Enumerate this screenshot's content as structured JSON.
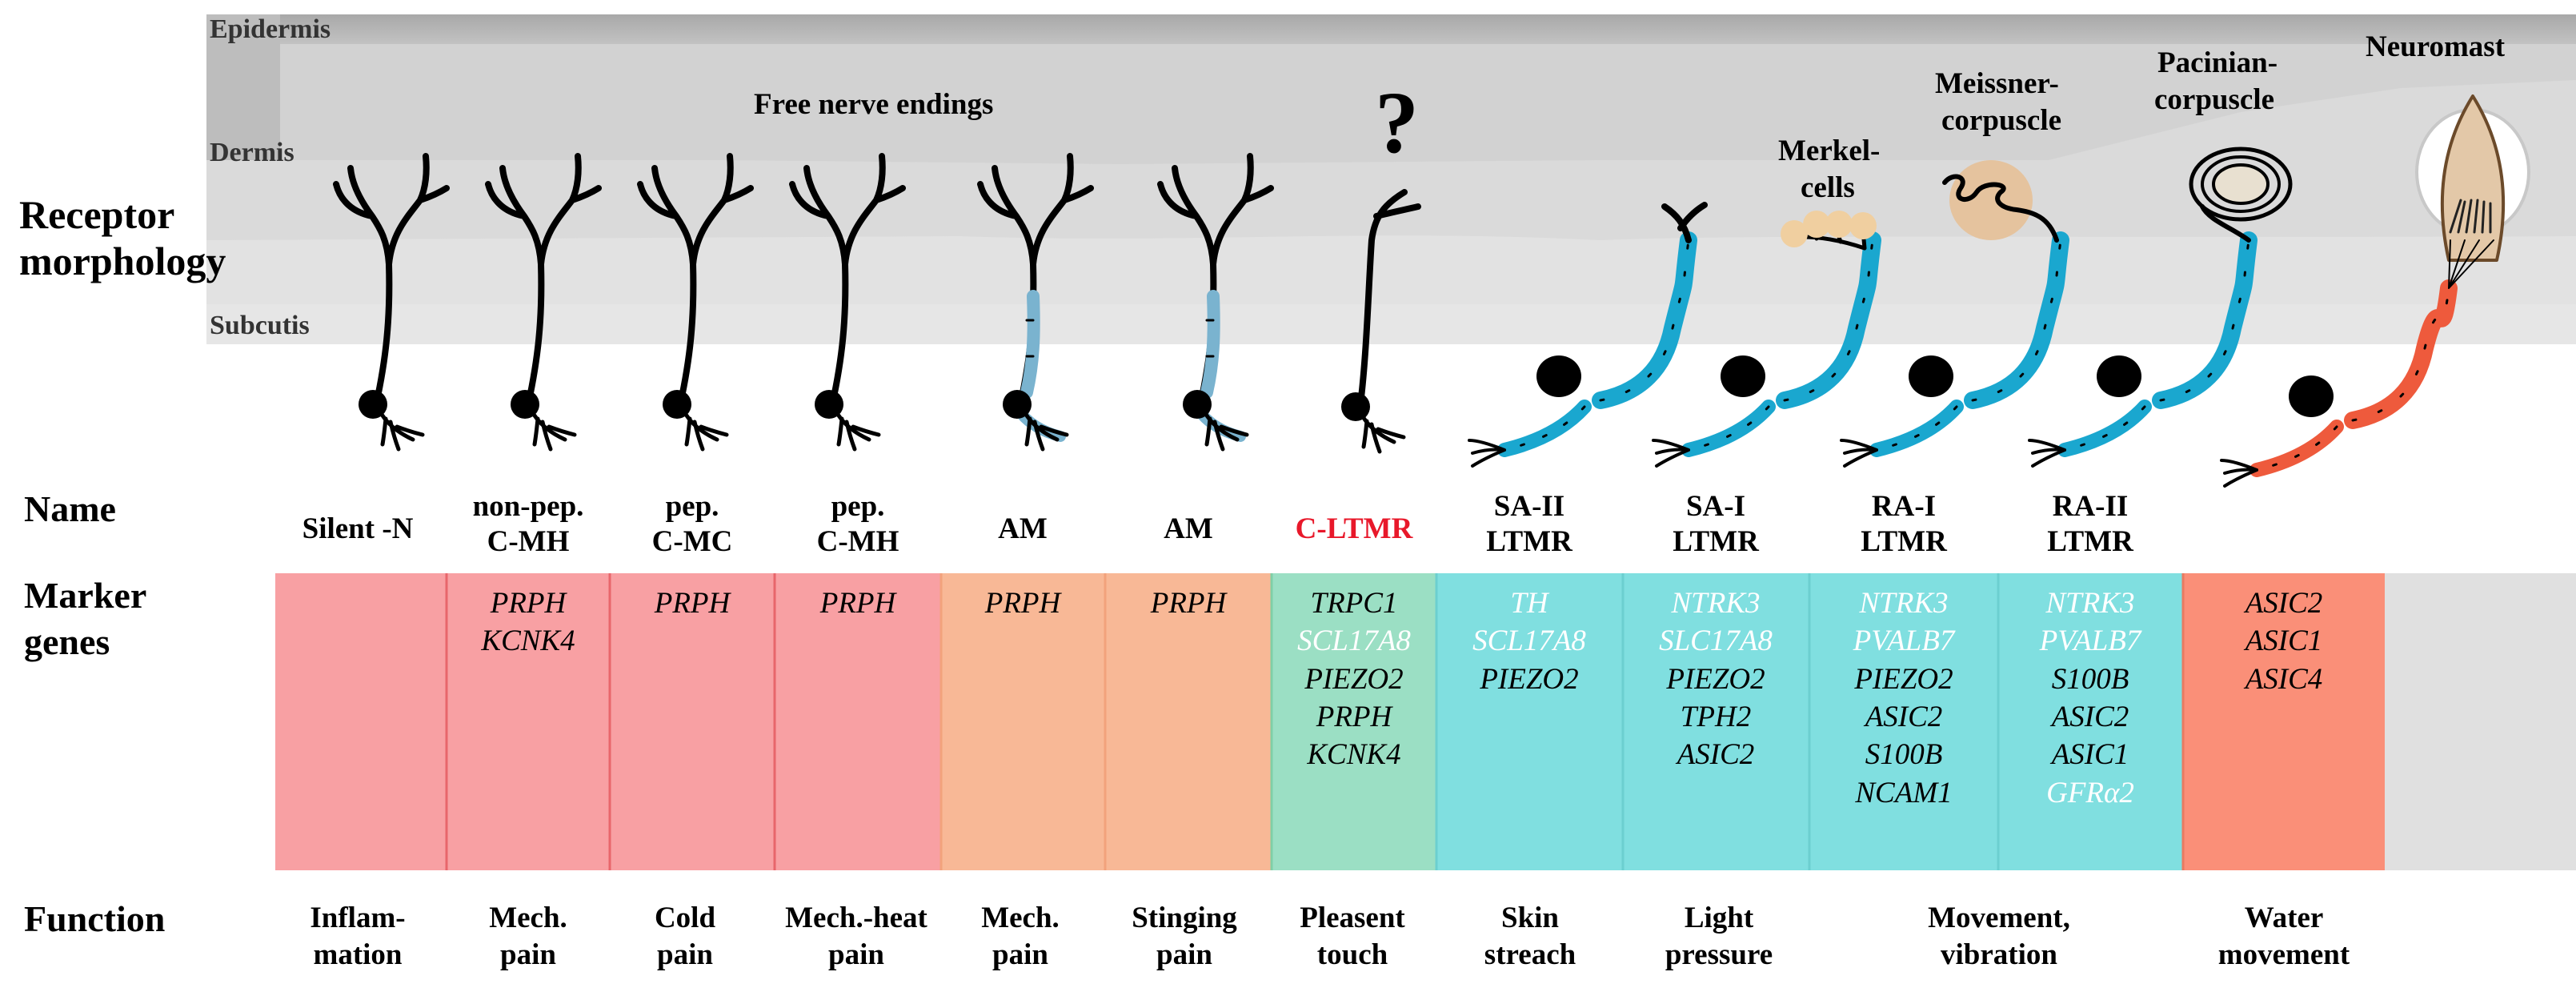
{
  "layers": {
    "epidermis": "Epidermis",
    "dermis": "Dermis",
    "subcutis": "Subcutis"
  },
  "row_headers": {
    "morphology_line1": "Receptor",
    "morphology_line2": "morphology",
    "name": "Name",
    "marker_line1": "Marker",
    "marker_line2": "genes",
    "function": "Function"
  },
  "structures": {
    "free_nerve_endings": "Free nerve endings",
    "question": "?",
    "merkel_line1": "Merkel-",
    "merkel_line2": "cells",
    "meissner_line1": "Meissner-",
    "meissner_line2": "corpuscle",
    "pacinian_line1": "Pacinian-",
    "pacinian_line2": "corpuscle",
    "neuromast": "Neuromast"
  },
  "colors": {
    "red_block": "#f8a0a3",
    "orange_block": "#f8b896",
    "green_block": "#9bdfc4",
    "cyan_block": "#80dfe0",
    "salmon_block": "#fa8f78",
    "trailing_block": "#e0e0e0",
    "divider": "#e8666b",
    "myelin_cyan": "#1aa7cf",
    "myelin_light": "#7ab3cf",
    "myelin_red": "#ee5a3c",
    "c_ltmr_name": "#e8182a"
  },
  "columns": [
    {
      "name1": "Silent -N",
      "name2": "",
      "genes": [],
      "func1": "Inflam-",
      "func2": "mation"
    },
    {
      "name1": "non-pep.",
      "name2": "C-MH",
      "genes": [
        {
          "t": "PRPH",
          "c": "k"
        },
        {
          "t": "KCNK4",
          "c": "k"
        }
      ],
      "func1": "Mech.",
      "func2": "pain"
    },
    {
      "name1": "pep.",
      "name2": "C-MC",
      "genes": [
        {
          "t": "PRPH",
          "c": "k"
        }
      ],
      "func1": "Cold",
      "func2": "pain"
    },
    {
      "name1": "pep.",
      "name2": "C-MH",
      "genes": [
        {
          "t": "PRPH",
          "c": "k"
        }
      ],
      "func1": "Mech.-heat",
      "func2": "pain"
    },
    {
      "name1": "AM",
      "name2": "",
      "genes": [
        {
          "t": "PRPH",
          "c": "k"
        }
      ],
      "func1": "Mech.",
      "func2": "pain"
    },
    {
      "name1": "AM",
      "name2": "",
      "genes": [
        {
          "t": "PRPH",
          "c": "k"
        }
      ],
      "func1": "Stinging",
      "func2": "pain"
    },
    {
      "name1": "C-LTMR",
      "name2": "",
      "genes": [
        {
          "t": "TRPC1",
          "c": "k"
        },
        {
          "t": "SCL17A8",
          "c": "w"
        },
        {
          "t": "PIEZO2",
          "c": "k"
        },
        {
          "t": "PRPH",
          "c": "k"
        },
        {
          "t": "KCNK4",
          "c": "k"
        }
      ],
      "func1": "Pleasent",
      "func2": "touch"
    },
    {
      "name1": "SA-II",
      "name2": "LTMR",
      "genes": [
        {
          "t": "TH",
          "c": "w"
        },
        {
          "t": "SCL17A8",
          "c": "w"
        },
        {
          "t": "PIEZO2",
          "c": "k"
        }
      ],
      "func1": "Skin",
      "func2": "streach"
    },
    {
      "name1": "SA-I",
      "name2": "LTMR",
      "genes": [
        {
          "t": "NTRK3",
          "c": "w"
        },
        {
          "t": "SLC17A8",
          "c": "w"
        },
        {
          "t": "PIEZO2",
          "c": "k"
        },
        {
          "t": "TPH2",
          "c": "k"
        },
        {
          "t": "ASIC2",
          "c": "k"
        }
      ],
      "func1": "Light",
      "func2": "pressure"
    },
    {
      "name1": "RA-I",
      "name2": "LTMR",
      "genes": [
        {
          "t": "NTRK3",
          "c": "w"
        },
        {
          "t": "PVALB7",
          "c": "w"
        },
        {
          "t": "PIEZO2",
          "c": "k"
        },
        {
          "t": "ASIC2",
          "c": "k"
        },
        {
          "t": "S100B",
          "c": "k"
        },
        {
          "t": "NCAM1",
          "c": "k"
        }
      ],
      "func1": "",
      "func2": ""
    },
    {
      "name1": "RA-II",
      "name2": "LTMR",
      "genes": [
        {
          "t": "NTRK3",
          "c": "w"
        },
        {
          "t": "PVALB7",
          "c": "w"
        },
        {
          "t": "S100B",
          "c": "k"
        },
        {
          "t": "ASIC2",
          "c": "k"
        },
        {
          "t": "ASIC1",
          "c": "k"
        },
        {
          "t": "GFRα2",
          "c": "w"
        }
      ],
      "func1": "",
      "func2": ""
    },
    {
      "name1": "",
      "name2": "",
      "genes": [
        {
          "t": "ASIC2",
          "c": "k"
        },
        {
          "t": "ASIC1",
          "c": "k"
        },
        {
          "t": "ASIC4",
          "c": "k"
        }
      ],
      "func1": "Water",
      "func2": "movement"
    }
  ],
  "shared_function": {
    "func1": "Movement,",
    "func2": "vibration"
  }
}
